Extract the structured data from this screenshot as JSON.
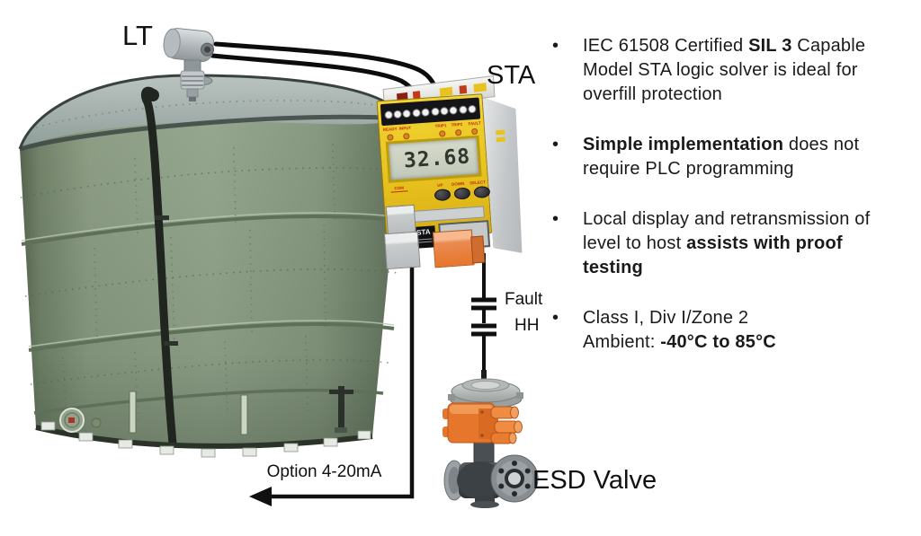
{
  "bullet_char": "•",
  "diagram": {
    "lt_label": "LT",
    "sta_label": "STA",
    "fault_label": "Fault",
    "hh_label": "HH",
    "esd_valve_label": "ESD Valve",
    "option_label": "Option 4-20mA"
  },
  "sta_device": {
    "display_value": "32.68",
    "status_labels_left": [
      "READY",
      "INPUT"
    ],
    "status_labels_right": [
      "TRIP1",
      "TRIP2",
      "FAULT"
    ],
    "com_label": "COM",
    "button_labels": [
      "UP",
      "DOWN",
      "SELECT"
    ],
    "badge_label": "STA"
  },
  "bullets": [
    {
      "lines": [
        [
          {
            "t": "IEC 61508 Certified ",
            "b": false
          },
          {
            "t": "SIL 3",
            "b": true
          },
          {
            "t": " Capable",
            "b": false
          }
        ],
        [
          {
            "t": "Model STA logic solver is ideal for",
            "b": false
          }
        ],
        [
          {
            "t": "overfill protection",
            "b": false
          }
        ]
      ]
    },
    {
      "lines": [
        [
          {
            "t": "Simple implementation",
            "b": true
          },
          {
            "t": " does not",
            "b": false
          }
        ],
        [
          {
            "t": "require PLC programming",
            "b": false
          }
        ]
      ]
    },
    {
      "lines": [
        [
          {
            "t": "Local display and retransmission of",
            "b": false
          }
        ],
        [
          {
            "t": "level to host ",
            "b": false
          },
          {
            "t": "assists with proof",
            "b": true
          }
        ],
        [
          {
            "t": "testing",
            "b": true
          }
        ]
      ]
    },
    {
      "lines": [
        [
          {
            "t": "Class I, Div I/Zone 2",
            "b": false
          }
        ],
        [
          {
            "t": "Ambient: ",
            "b": false
          },
          {
            "t": "-40°C to 85°C",
            "b": true
          }
        ]
      ]
    }
  ],
  "colors": {
    "text_black": "#1a1a1a",
    "line_black": "#111111",
    "tank_green": "#94a58e",
    "sta_yellow": "#e8c31e",
    "valve_orange": "#e6762b",
    "actuator_silver": "#b6bab9",
    "label_red": "#c22b10",
    "lcd_bg": "#ccd2c3"
  }
}
